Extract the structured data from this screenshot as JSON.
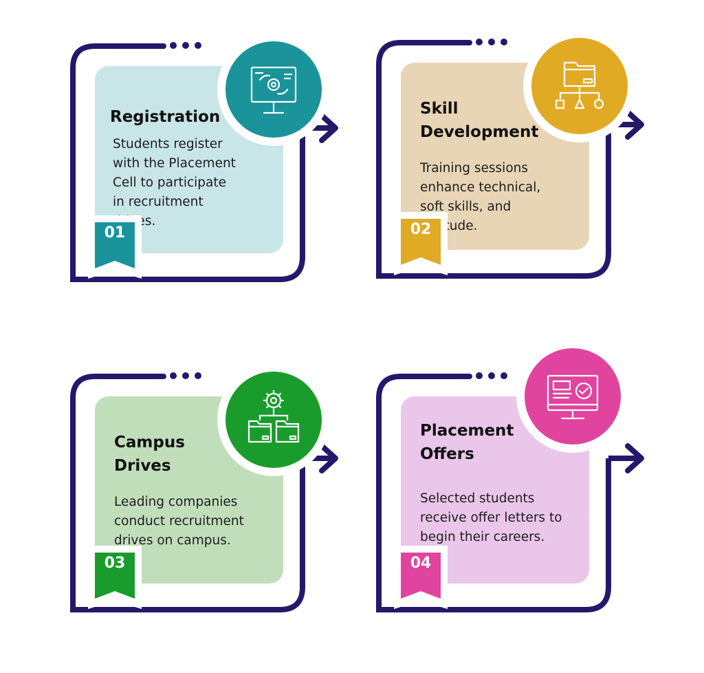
{
  "colors": {
    "frame": "#25186b",
    "teal": "#1a939b",
    "teal_light": "#c8e5e7",
    "gold": "#e1aa25",
    "gold_light": "#e8d5b6",
    "green": "#1a9c2c",
    "green_light": "#c1deba",
    "magenta": "#e0449f",
    "magenta_light": "#eac6ea"
  },
  "steps": [
    {
      "number": "01",
      "title": [
        "Registration"
      ],
      "description": [
        "Students register",
        "with the Placement",
        "Cell to participate",
        "in recruitment",
        "drives."
      ],
      "icon": "presentation-board-icon",
      "accent": "#1a939b",
      "card": "#c8e5e7"
    },
    {
      "number": "02",
      "title": [
        "Skill",
        "Development"
      ],
      "description": [
        "Training sessions",
        "enhance technical,",
        "soft skills, and",
        "aptitude."
      ],
      "icon": "folder-hierarchy-icon",
      "accent": "#e1aa25",
      "card": "#e8d5b6"
    },
    {
      "number": "03",
      "title": [
        "Campus",
        "Drives"
      ],
      "description": [
        "Leading companies",
        "conduct recruitment",
        "drives on campus."
      ],
      "icon": "gear-network-icon",
      "accent": "#1a9c2c",
      "card": "#c1deba"
    },
    {
      "number": "04",
      "title": [
        "Placement",
        "Offers"
      ],
      "description": [
        "Selected students",
        "receive offer letters to",
        "begin their careers."
      ],
      "icon": "monitor-checkmark-icon",
      "accent": "#e0449f",
      "card": "#eac6ea"
    }
  ]
}
